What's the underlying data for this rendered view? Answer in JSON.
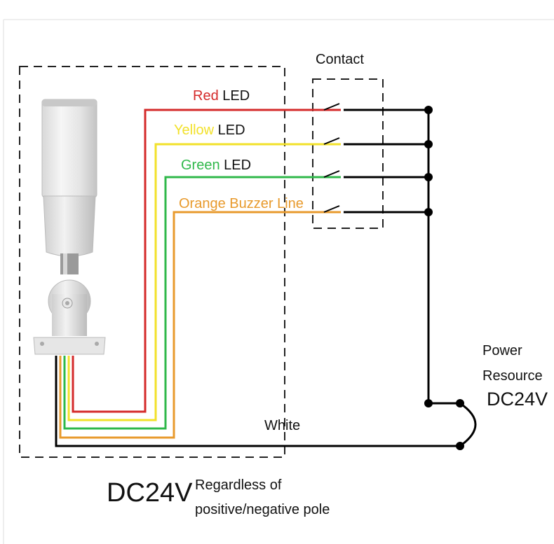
{
  "contact_label": "Contact",
  "wires": [
    {
      "color_name": "Red",
      "suffix": "LED",
      "color": "#d42a2a"
    },
    {
      "color_name": "Yellow",
      "suffix": "LED",
      "color": "#f2e12a"
    },
    {
      "color_name": "Green",
      "suffix": "LED",
      "color": "#2fb84a"
    },
    {
      "color_name": "Orange Buzzer Line",
      "suffix": "",
      "color": "#e89a2c"
    }
  ],
  "common_wire_label": "White",
  "power": {
    "line1": "Power",
    "line2": "Resource",
    "line3": "DC24V"
  },
  "note": {
    "voltage": "DC24V",
    "line1": "Regardless of",
    "line2": "positive/negative pole"
  },
  "colors": {
    "wire_black": "#000000",
    "dash": "#222222",
    "label_text": "#111111"
  }
}
